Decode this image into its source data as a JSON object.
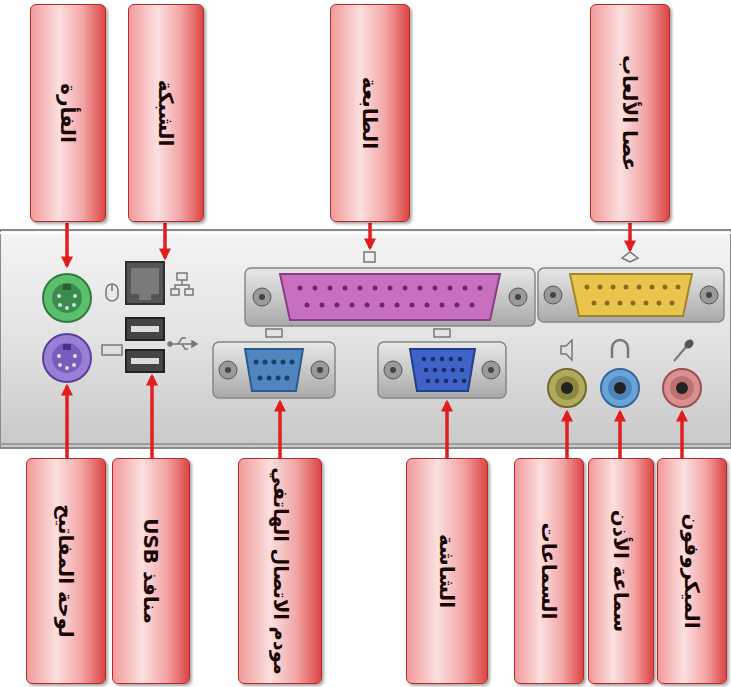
{
  "diagram": {
    "nodes": [
      {
        "text": [
          "الفأرة"
        ]
      },
      {
        "text": [
          "الشبكة"
        ]
      },
      {
        "text": [
          "الطابعة"
        ]
      },
      {
        "text": [
          "عصا الألعاب"
        ]
      },
      {
        "text": [
          "لوحة المفاتيح"
        ]
      },
      {
        "text": [
          "منافذ USB"
        ]
      },
      {
        "text": [
          "مودم الاتصال الهاتفي"
        ]
      },
      {
        "text": [
          "الشاشة"
        ]
      },
      {
        "text": [
          "السماعات"
        ]
      },
      {
        "text": [
          "سماعة الأذن"
        ]
      },
      {
        "text": [
          "الميكروفون"
        ]
      }
    ]
  }
}
